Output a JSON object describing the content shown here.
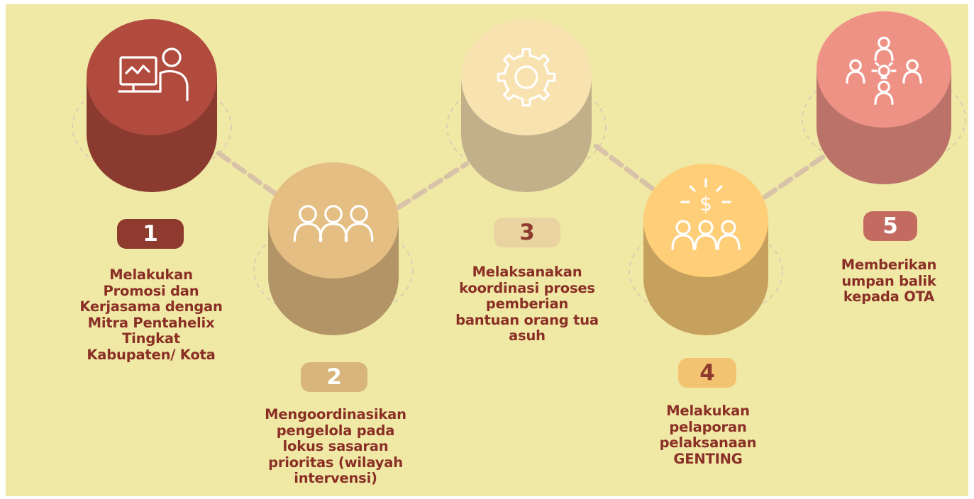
{
  "colors": {
    "background": "#f0e8a5",
    "caption_text": "#8a2f26",
    "step1": "#a9473b",
    "step2": "#d9b57c",
    "step3": "#ebd7a8",
    "step4": "#f2c472",
    "step5": "#e38b80"
  },
  "steps": [
    {
      "number": "1",
      "icon": "computer-user-icon",
      "lines": [
        "Melakukan",
        "Promosi dan",
        "Kerjasama dengan",
        "Mitra Pentahelix",
        "Tingkat",
        "Kabupaten/ Kota"
      ]
    },
    {
      "number": "2",
      "icon": "group-people-icon",
      "lines": [
        "Mengoordinasikan",
        "pengelola pada",
        "lokus sasaran",
        "prioritas (wilayah",
        "intervensi)"
      ]
    },
    {
      "number": "3",
      "icon": "gear-icon",
      "lines": [
        "Melaksanakan",
        "koordinasi proses",
        "pemberian",
        "bantuan orang tua",
        "asuh"
      ]
    },
    {
      "number": "4",
      "icon": "money-people-icon",
      "lines": [
        "Melakukan",
        "pelaporan",
        "pelaksanaan",
        "GENTING"
      ]
    },
    {
      "number": "5",
      "icon": "people-idea-icon",
      "lines": [
        "Memberikan",
        "umpan balik",
        "kepada OTA"
      ]
    }
  ]
}
